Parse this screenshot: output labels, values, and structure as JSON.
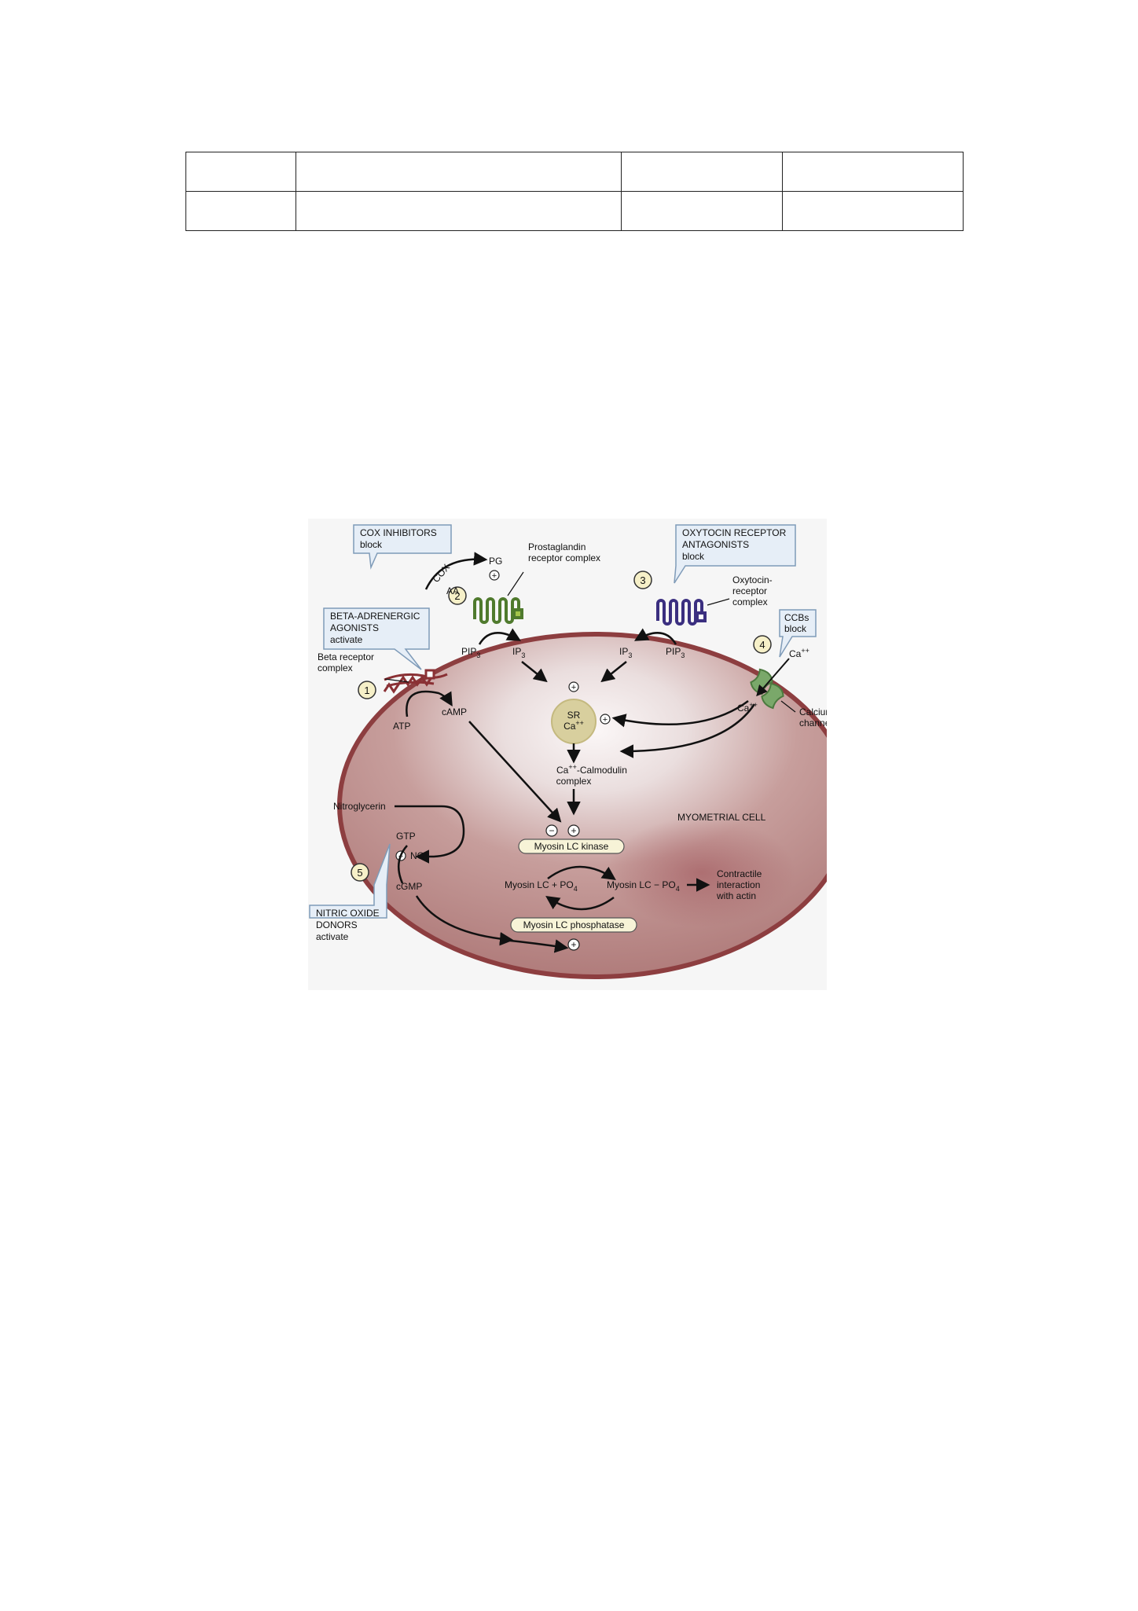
{
  "colors": {
    "cell_rim": "#8d3e40",
    "cell_fill": "#b98a88",
    "callout_fill": "#e6eef7",
    "callout_border": "#7f9bb8",
    "marker_fill": "#f6f0c8",
    "box_fill": "#f7f3d7",
    "sr_fill": "#d8cf9e",
    "beta_receptor": "#8a3034",
    "pg_receptor": "#4f7a2d",
    "oxytocin_receptor": "#3b2f80",
    "calcium_channel": "#7aa86a"
  },
  "table": {
    "rows": [
      [
        "",
        "",
        "",
        ""
      ],
      [
        "",
        "",
        "",
        ""
      ]
    ]
  },
  "diagram": {
    "callouts": {
      "cox": [
        "COX INHIBITORS",
        "block"
      ],
      "beta": [
        "BETA-ADRENERGIC",
        "AGONISTS",
        "activate"
      ],
      "oxytocin": [
        "OXYTOCIN RECEPTOR",
        "ANTAGONISTS",
        "block"
      ],
      "ccb": [
        "CCBs",
        "block"
      ],
      "no": [
        "NITRIC OXIDE",
        "DONORS",
        "activate"
      ]
    },
    "markers": [
      "1",
      "2",
      "3",
      "4",
      "5"
    ],
    "labels": {
      "cox": "COX",
      "aa": "AA",
      "pg": "PG",
      "pg_receptor": [
        "Prostaglandin",
        "receptor complex"
      ],
      "oxy_receptor": [
        "Oxytocin-",
        "receptor",
        "complex"
      ],
      "beta_receptor": [
        "Beta receptor",
        "complex"
      ],
      "pip3_left": "PIP",
      "ip3_left": "IP",
      "ip3_right": "IP",
      "pip3_right": "PIP",
      "subscript_3": "3",
      "ca_top": "Ca",
      "ca_inner": "Ca",
      "superscript_pp": "++",
      "calcium_channel": [
        "Calcium",
        "channel"
      ],
      "atp": "ATP",
      "camp": "cAMP",
      "sr": "SR",
      "sr_ca": "Ca",
      "calmodulin": [
        "Ca",
        "-Calmodulin",
        "complex"
      ],
      "myometrial": "MYOMETRIAL CELL",
      "nitroglycerin": "Nitroglycerin",
      "gtp": "GTP",
      "no": "NO",
      "cgmp": "cGMP",
      "mlck": "Myosin LC kinase",
      "mlc_left": "Myosin LC + PO",
      "mlc_right": "Myosin LC − PO",
      "subscript_4": "4",
      "mlcp": "Myosin LC phosphatase",
      "contractile": [
        "Contractile",
        "interaction",
        "with actin"
      ],
      "plus": "+",
      "minus": "−"
    }
  }
}
